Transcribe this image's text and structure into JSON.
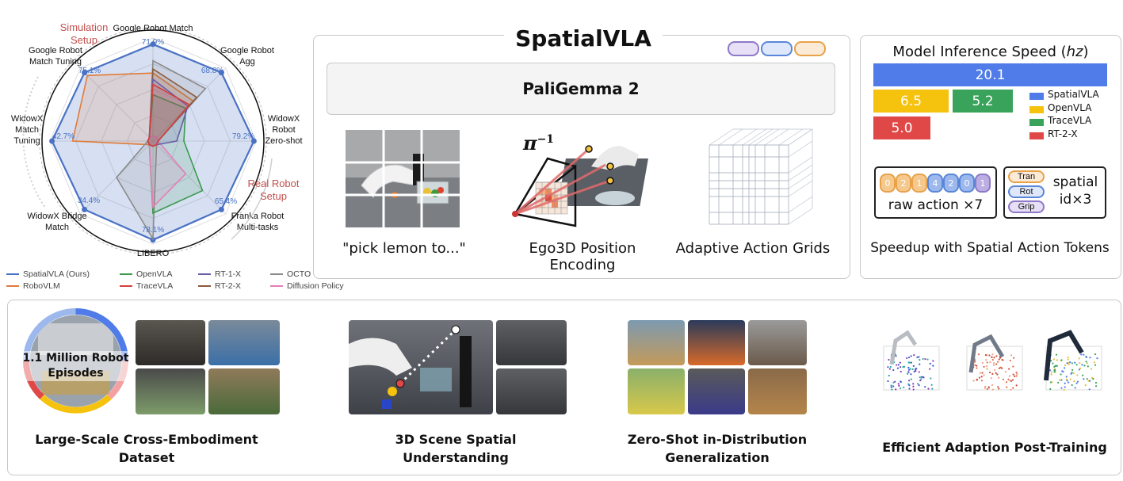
{
  "radar": {
    "axes": [
      "Google Robot Match",
      "Google Robot Agg",
      "WidowX Robot Zero-shot",
      "Franka Robot Multi-tasks",
      "LIBERO",
      "WidowX Bridge Match",
      "WidowX Match Tuning",
      "Google Robot Match Tuning"
    ],
    "axis_labels": [
      [
        "Google Robot Match"
      ],
      [
        "Google Robot",
        "Agg"
      ],
      [
        "WidowX",
        "Robot",
        "Zero-shot"
      ],
      [
        "Franka Robot",
        "Multi-tasks"
      ],
      [
        "LIBERO"
      ],
      [
        "WidowX Bridge",
        "Match"
      ],
      [
        "WidowX",
        "Match",
        "Tuning"
      ],
      [
        "Google Robot",
        "Match Tuning"
      ]
    ],
    "value_labels": [
      "71.9%",
      "68.8%",
      "79.2%",
      "65.4%",
      "78.1%",
      "34.4%",
      "42.7%",
      "75.1%"
    ],
    "sim_setup": [
      "Simulation",
      "Setup"
    ],
    "real_setup": [
      "Real Robot",
      "Setup"
    ],
    "legend": [
      {
        "name": "SpatialVLA (Ours)",
        "color": "#4a72c4"
      },
      {
        "name": "OpenVLA",
        "color": "#3a9a4e"
      },
      {
        "name": "RT-1-X",
        "color": "#6b5ea8"
      },
      {
        "name": "OCTO",
        "color": "#8a8a8a"
      },
      {
        "name": "RoboVLM",
        "color": "#e07b3a"
      },
      {
        "name": "TraceVLA",
        "color": "#d43f3f"
      },
      {
        "name": "RT-2-X",
        "color": "#8b5a3c"
      },
      {
        "name": "Diffusion Policy",
        "color": "#e47fb8"
      }
    ],
    "series_fractions": {
      "SpatialVLA (Ours)": [
        0.94,
        0.94,
        0.98,
        0.94,
        0.96,
        0.94,
        0.98,
        0.94
      ],
      "RoboVLM": [
        0.66,
        0.55,
        0.05,
        0.05,
        0.05,
        0.05,
        0.78,
        0.9
      ],
      "OpenVLA": [
        0.45,
        0.45,
        0.3,
        0.68,
        0.7,
        0.05,
        0.05,
        0.05
      ],
      "TraceVLA": [
        0.55,
        0.5,
        0.05,
        0.05,
        0.05,
        0.05,
        0.05,
        0.05
      ],
      "RT-1-X": [
        0.6,
        0.48,
        0.23,
        0.05,
        0.05,
        0.05,
        0.05,
        0.05
      ],
      "OCTO": [
        0.78,
        0.72,
        0.05,
        0.05,
        0.95,
        0.5,
        0.05,
        0.05
      ],
      "RT-2-X": [
        0.7,
        0.6,
        0.05,
        0.05,
        0.05,
        0.05,
        0.05,
        0.05
      ],
      "Diffusion Policy": [
        0.05,
        0.05,
        0.05,
        0.45,
        0.64,
        0.05,
        0.05,
        0.05
      ]
    }
  },
  "center": {
    "title": "SpatialVLA",
    "backbone": "PaliGemma 2",
    "captions": [
      "\"pick lemon to...\"",
      "Ego3D Position Encoding",
      "Adaptive Action Grids"
    ],
    "pi_label": "π",
    "pi_exp": "−1"
  },
  "speed": {
    "title_main": "Model Inference Speed (",
    "title_unit": "hz",
    "title_end": ")",
    "bars": [
      {
        "name": "SpatialVLA",
        "value": "20.1",
        "color": "#4f7ce8"
      },
      {
        "name": "OpenVLA",
        "value": "6.5",
        "color": "#f5c20e"
      },
      {
        "name": "TraceVLA",
        "value": "5.2",
        "color": "#3aa35b"
      },
      {
        "name": "RT-2-X",
        "value": "5.0",
        "color": "#e04848"
      }
    ],
    "tokens": [
      "0",
      "2",
      "1",
      "4",
      "2",
      "0",
      "1"
    ],
    "raw_action": "raw action ×7",
    "pills": [
      "Tran",
      "Rot",
      "Grip"
    ],
    "spatial_id": [
      "spatial",
      "id×3"
    ],
    "caption": "Speedup with Spatial Action Tokens"
  },
  "bottom": {
    "dataset_label": [
      "1.1 Million Robot",
      "Episodes"
    ],
    "captions": [
      [
        "Large-Scale Cross-Embodiment",
        "Dataset"
      ],
      [
        "3D Scene Spatial",
        "Understanding"
      ],
      [
        "Zero-Shot in-Distribution",
        "Generalization"
      ],
      [
        "Efficient Adaption Post-Training"
      ]
    ]
  },
  "colors": {
    "purple": "#8e78c8",
    "blue": "#5a86d8",
    "orange": "#e8a24a"
  }
}
